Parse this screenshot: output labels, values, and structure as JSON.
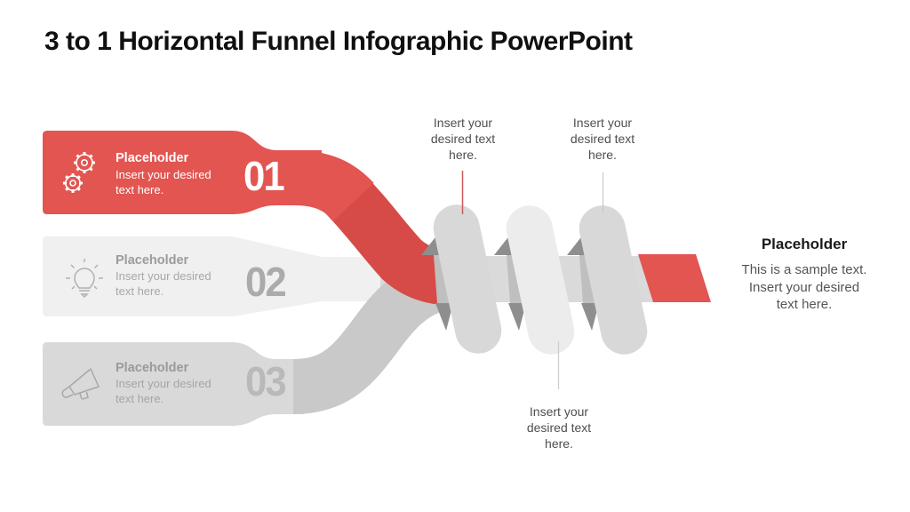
{
  "slide": {
    "title": "3 to 1 Horizontal Funnel Infographic PowerPoint"
  },
  "bands": [
    {
      "number": "01",
      "label": "Placeholder",
      "body_line1": "Insert your desired",
      "body_line2": "text here.",
      "icon": "gears-icon",
      "color": "#E25551"
    },
    {
      "number": "02",
      "label": "Placeholder",
      "body_line1": "Insert your desired",
      "body_line2": "text here.",
      "icon": "lightbulb-icon",
      "color": "#F0F0F0"
    },
    {
      "number": "03",
      "label": "Placeholder",
      "body_line1": "Insert your desired",
      "body_line2": "text here.",
      "icon": "megaphone-icon",
      "color": "#D9D9D9"
    }
  ],
  "callouts": [
    {
      "position": "top-left",
      "line1": "Insert your",
      "line2": "desired text",
      "line3": "here.",
      "leader_color": "#CC5B56"
    },
    {
      "position": "top-right",
      "line1": "Insert your",
      "line2": "desired text",
      "line3": "here.",
      "leader_color": "#C9C9C9"
    },
    {
      "position": "bottom",
      "line1": "Insert your",
      "line2": "desired text",
      "line3": "here.",
      "leader_color": "#CDCDCD"
    }
  ],
  "right_block": {
    "title": "Placeholder",
    "line1": "This is a sample text.",
    "line2": "Insert your desired",
    "line3": "text here."
  },
  "colors": {
    "accent_red": "#E25551",
    "accent_red_shade": "#D64B47",
    "band2_gray": "#F0F0F0",
    "band3_gray": "#D9D9D9",
    "funnel_band_gray": "#DADADA",
    "coil_gray": "#D8D8D8",
    "coil_light": "#ECECEC",
    "twist_shadow": "#8E8E8E",
    "text_gray": "#4F4F4F"
  }
}
